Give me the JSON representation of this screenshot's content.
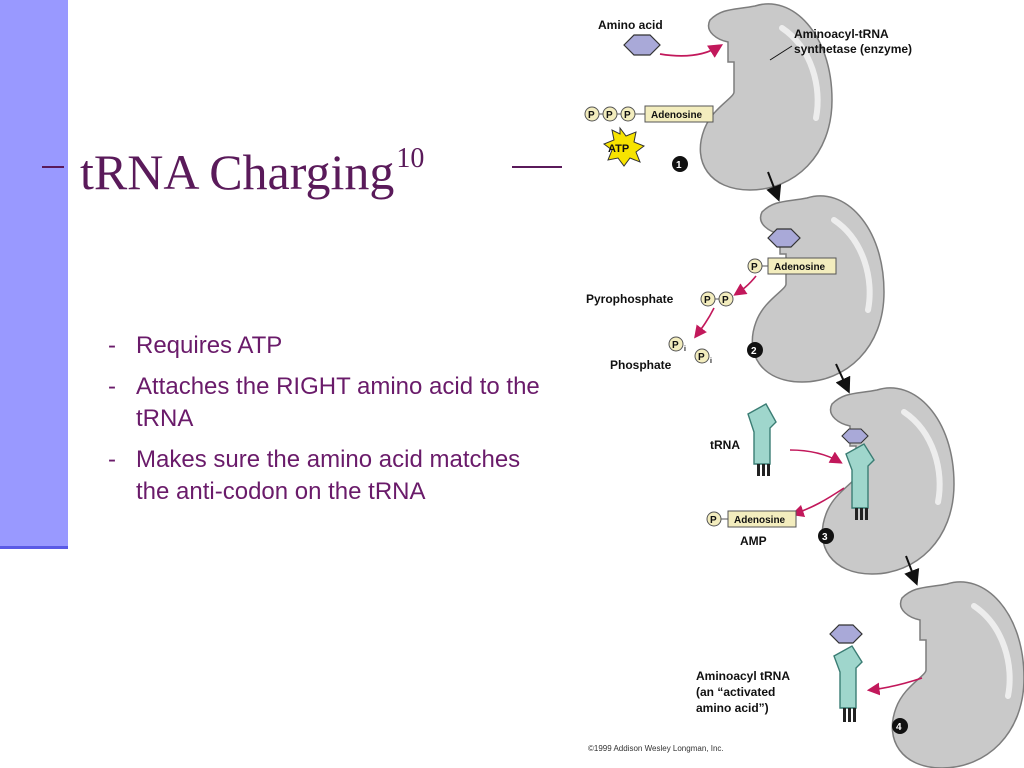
{
  "slide": {
    "title": "tRNA Charging",
    "title_superscript": "10",
    "bullets": [
      {
        "dash": "-",
        "text": "Requires ATP"
      },
      {
        "dash": "-",
        "text": "Attaches the RIGHT amino acid to the tRNA"
      },
      {
        "dash": "-",
        "text": "Makes sure the amino acid matches the anti-codon on the tRNA"
      }
    ]
  },
  "diagram": {
    "amino_acid": "Amino acid",
    "enzyme_line1": "Aminoacyl-tRNA",
    "enzyme_line2": "synthetase (enzyme)",
    "adenosine": "Adenosine",
    "atp": "ATP",
    "phosphate_symbol": "P",
    "pyrophosphate": "Pyrophosphate",
    "phosphate": "Phosphate",
    "phosphate_sub": "i",
    "trna": "tRNA",
    "amp": "AMP",
    "aminoacyl_line1": "Aminoacyl tRNA",
    "aminoacyl_line2": "(an “activated",
    "aminoacyl_line3": "amino acid”)",
    "steps": [
      "1",
      "2",
      "3",
      "4"
    ],
    "copyright": "©1999 Addison Wesley Longman, Inc."
  },
  "colors": {
    "band": "#9999ff",
    "title": "#5a1a5a",
    "bullets": "#6a1b6a",
    "enzyme": "#c9c9c9",
    "trna": "#9fd6cc",
    "amino": "#a9a9d8",
    "arrow": "#c2185b"
  }
}
